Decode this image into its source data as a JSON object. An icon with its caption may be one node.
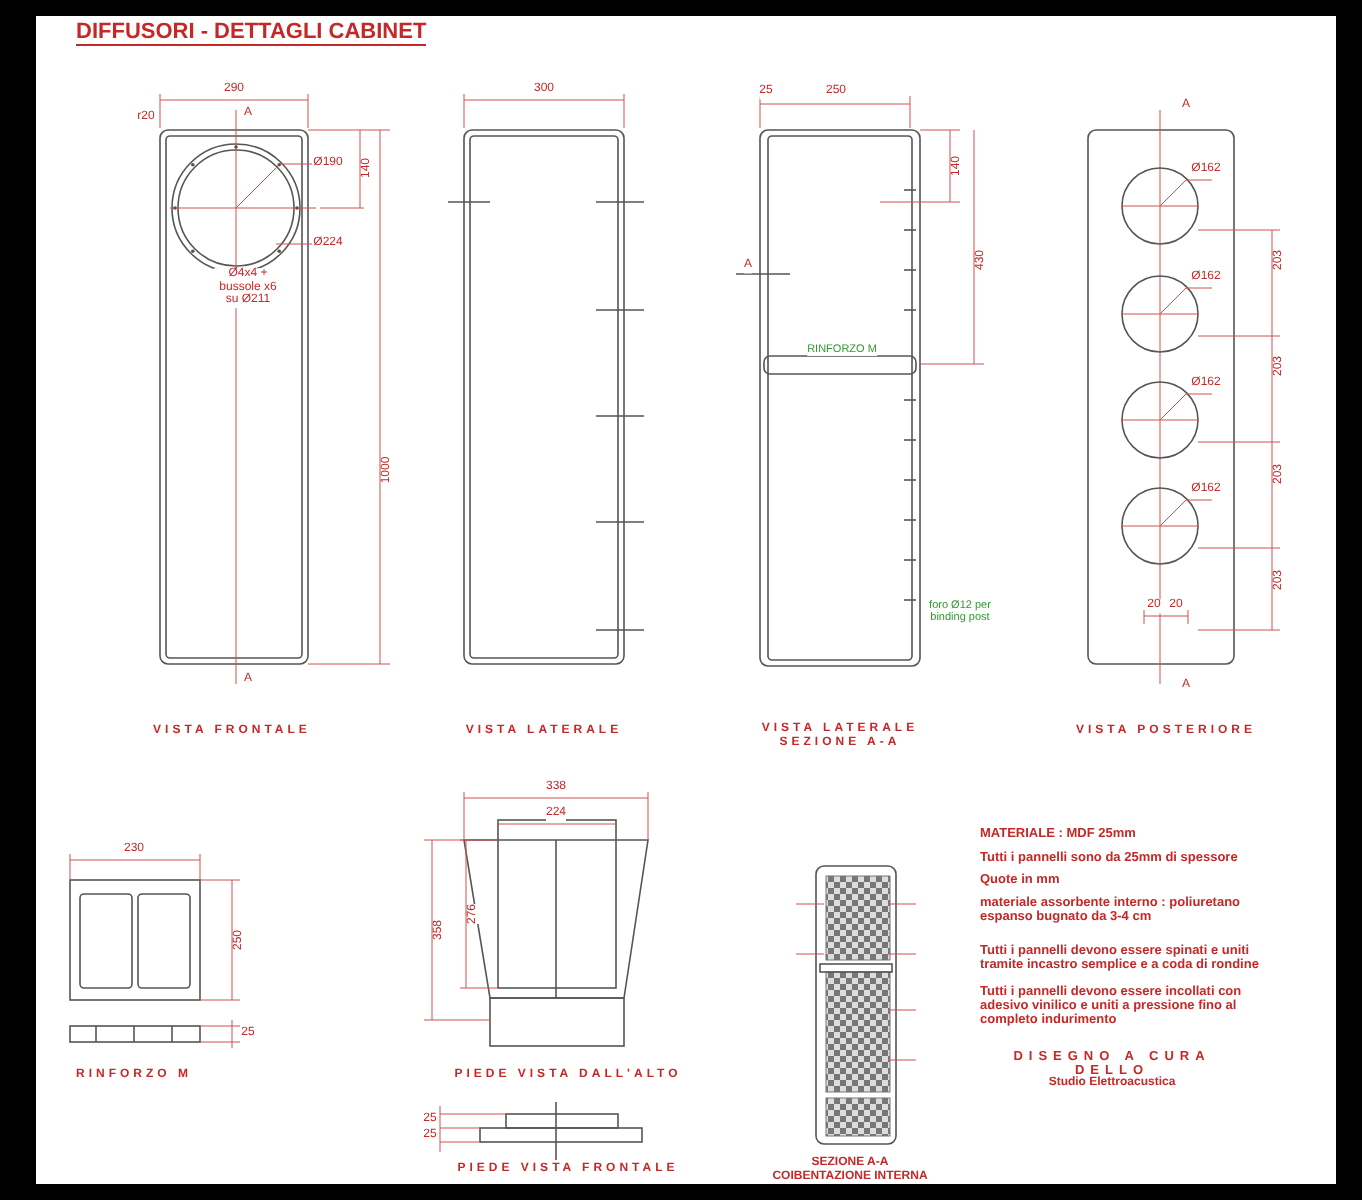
{
  "diagram": {
    "title": "DIFFUSORI - DETTAGLI CABINET",
    "labels": [
      "290",
      "r20",
      "A",
      "Ø190",
      "140",
      "Ø224",
      "Ø4x4 + bussole x6 su Ø211",
      "1000",
      "A",
      "VISTA FRONTALE",
      "300",
      "VISTA LATERALE",
      "25",
      "250",
      "140",
      "430",
      "A",
      "RINFORZO M",
      "foro Ø12 per binding post",
      "VISTA LATERALE SEZIONE A-A",
      "A",
      "Ø162",
      "Ø162",
      "Ø162",
      "Ø162",
      "203",
      "203",
      "203",
      "203",
      "20",
      "20",
      "A",
      "VISTA POSTERIORE",
      "230",
      "250",
      "25",
      "RINFORZO M",
      "338",
      "224",
      "276",
      "358",
      "PIEDE VISTA DALL'ALTO",
      "25",
      "25",
      "PIEDE VISTA FRONTALE",
      "SEZIONE A-A COIBENTAZIONE INTERNA",
      "MATERIALE : MDF 25mm",
      "Tutti i pannelli sono da 25mm di spessore",
      "Quote in mm",
      "materiale assorbente interno : poliuretano espanso bugnato da 3-4 cm",
      "Tutti i pannelli devono essere spinati e uniti tramite incastro semplice e a coda di rondine",
      "Tutti i pannelli devono essere incollati con adesivo vinilico e uniti a pressione fino al completo indurimento",
      "DISEGNO A CURA DELLO",
      "Studio Elettroacustica"
    ]
  }
}
